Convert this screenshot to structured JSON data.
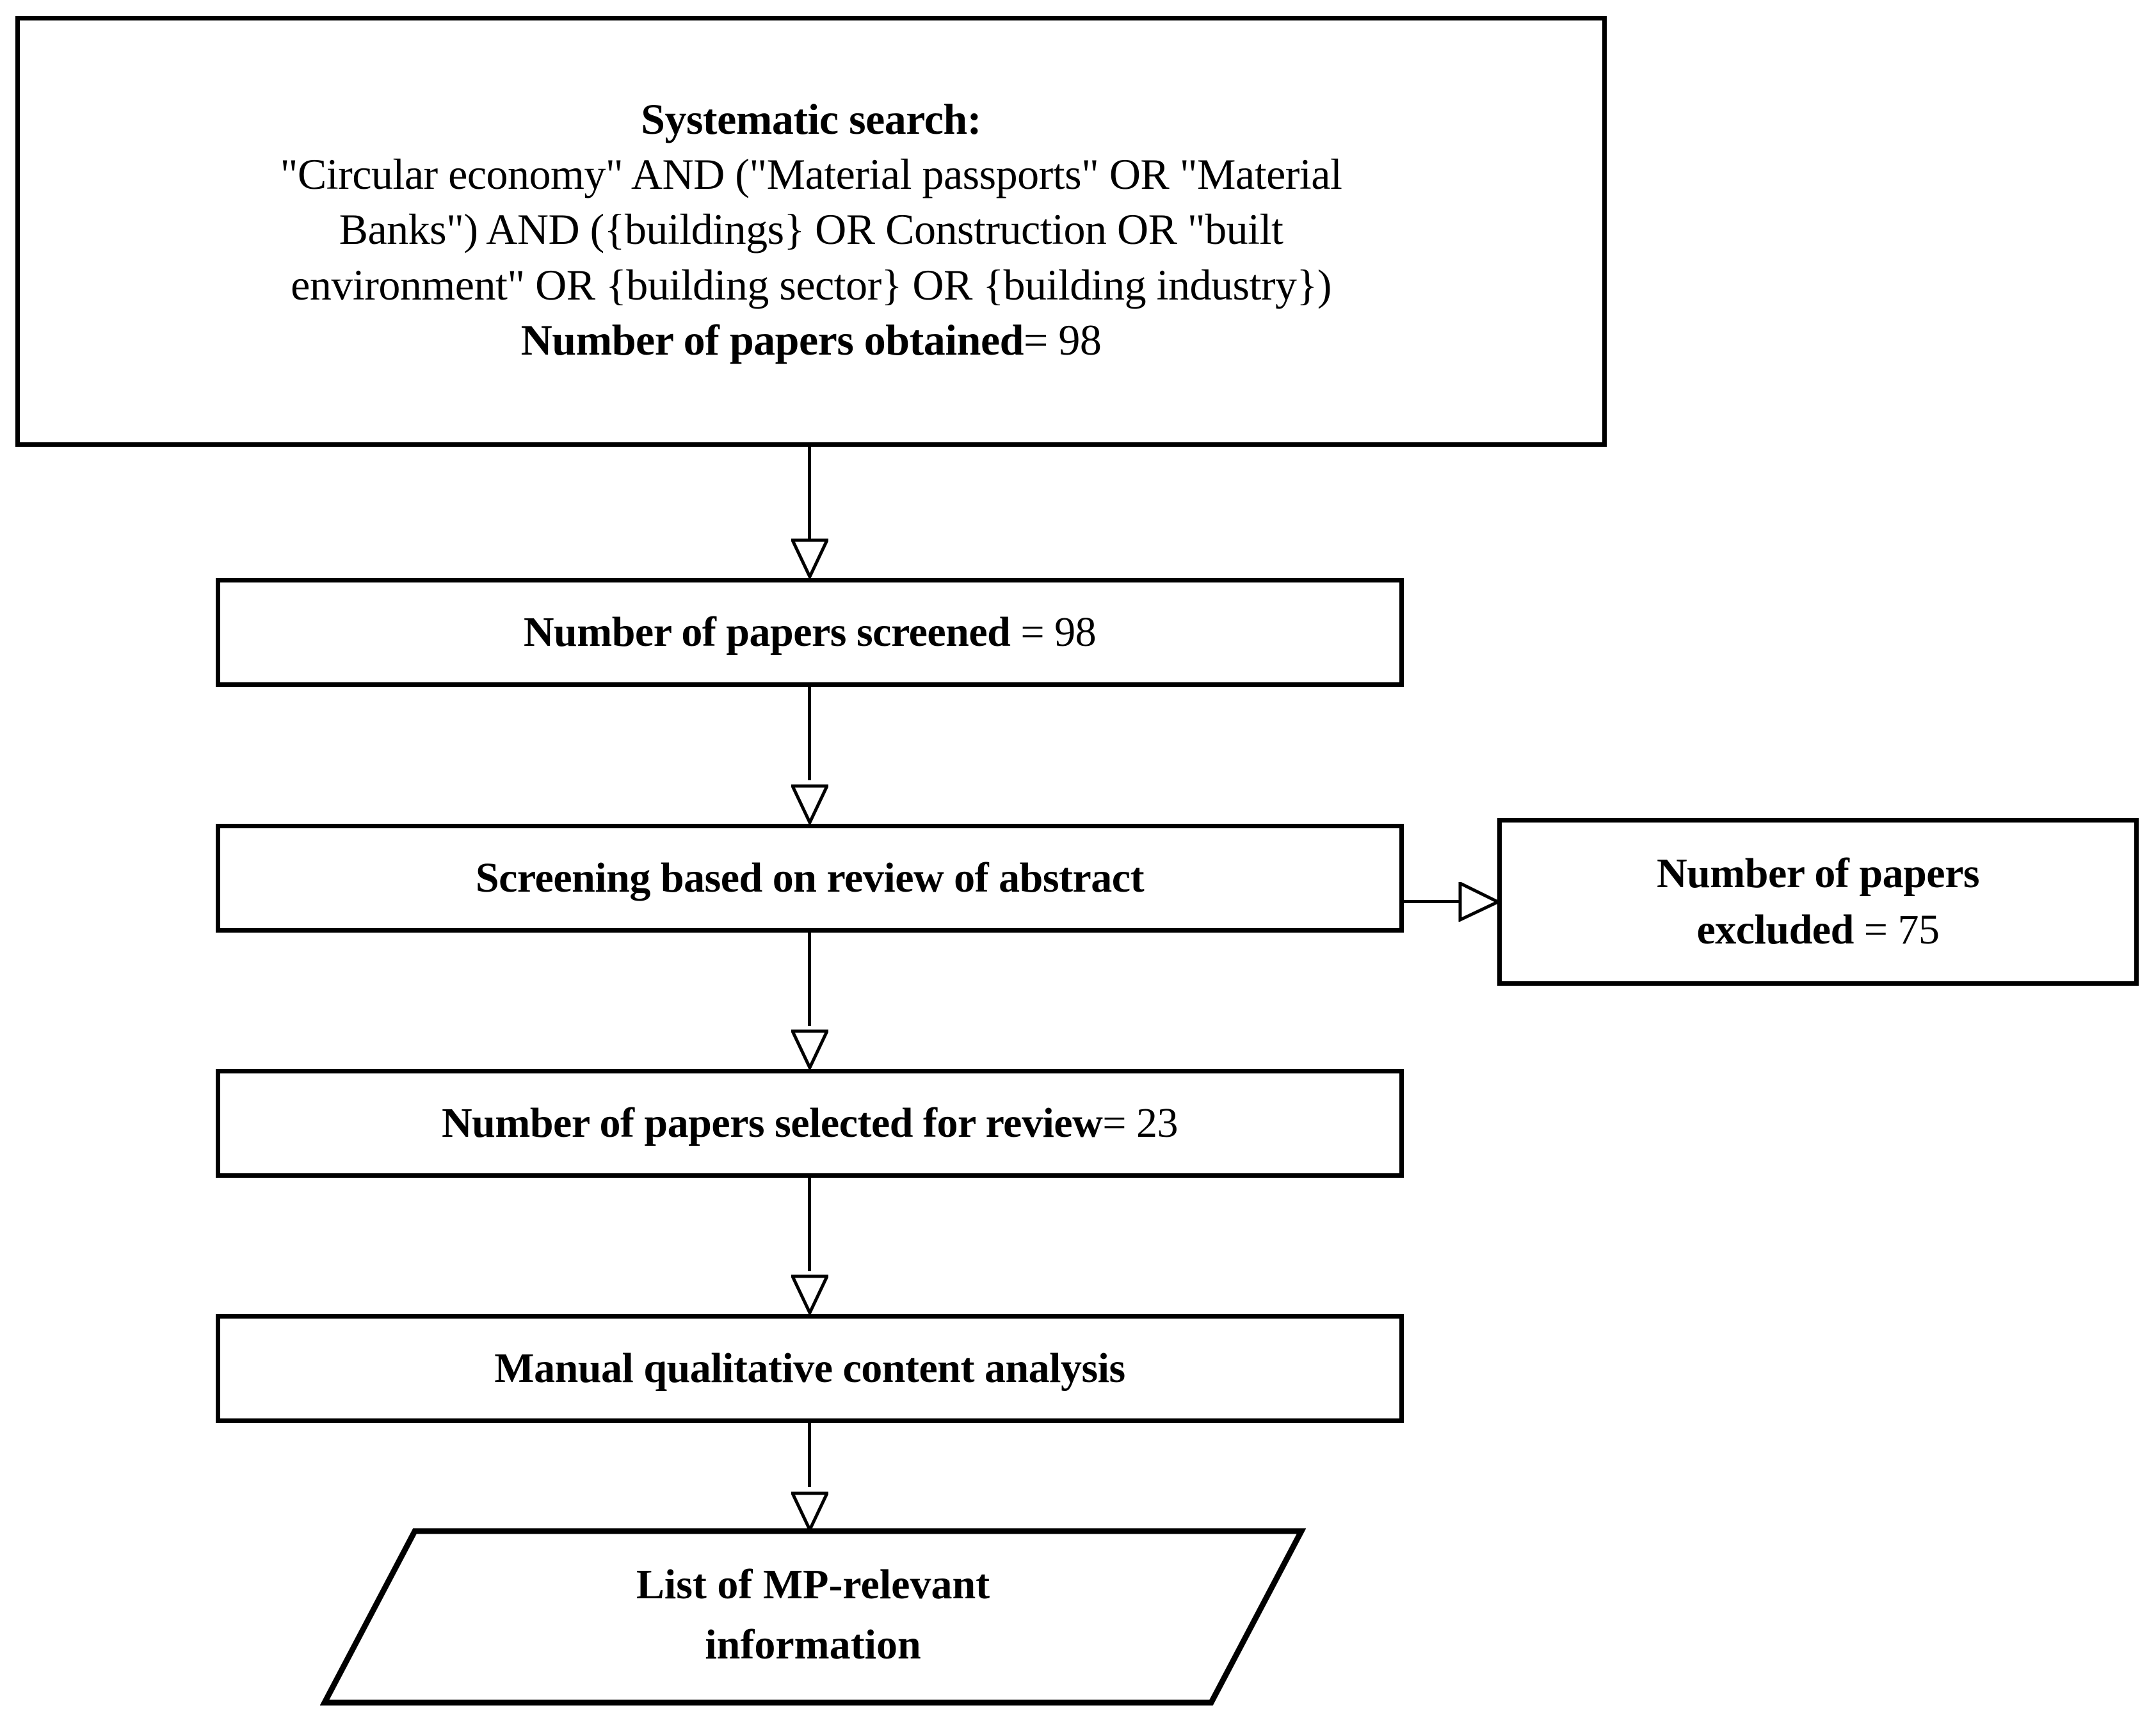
{
  "diagram": {
    "title": "PRISMA-style systematic review flowchart",
    "line_color": "#000000",
    "background_color": "#ffffff"
  },
  "nodes": {
    "search": {
      "heading": "Systematic search:",
      "query_line1": "\"Circular economy\" AND (\"Material passports\" OR \"Material",
      "query_line2": "Banks\") AND ({buildings} OR Construction OR \"built",
      "query_line3": "environment\" OR {building sector} OR {building industry})",
      "count_label": "Number of papers obtained",
      "count_value": "= 98"
    },
    "screened": {
      "label": "Number of papers screened",
      "value": "= 98"
    },
    "screening": {
      "label": "Screening based on review of abstract"
    },
    "excluded": {
      "line1": "Number of papers",
      "label2": "excluded",
      "value2": "= 75"
    },
    "selected": {
      "label": "Number of papers selected for review",
      "value": "= 23"
    },
    "manual": {
      "label": "Manual qualitative content analysis"
    },
    "output": {
      "line1": "List of MP-relevant",
      "line2": "information"
    }
  },
  "connectors": {
    "arrow_style": "open-triangle",
    "search_to_screened": "down-arrow",
    "screened_to_screening": "down-arrow",
    "screening_to_excluded": "right-arrow",
    "screening_to_selected": "down-arrow",
    "selected_to_manual": "down-arrow",
    "manual_to_output": "down-arrow"
  }
}
